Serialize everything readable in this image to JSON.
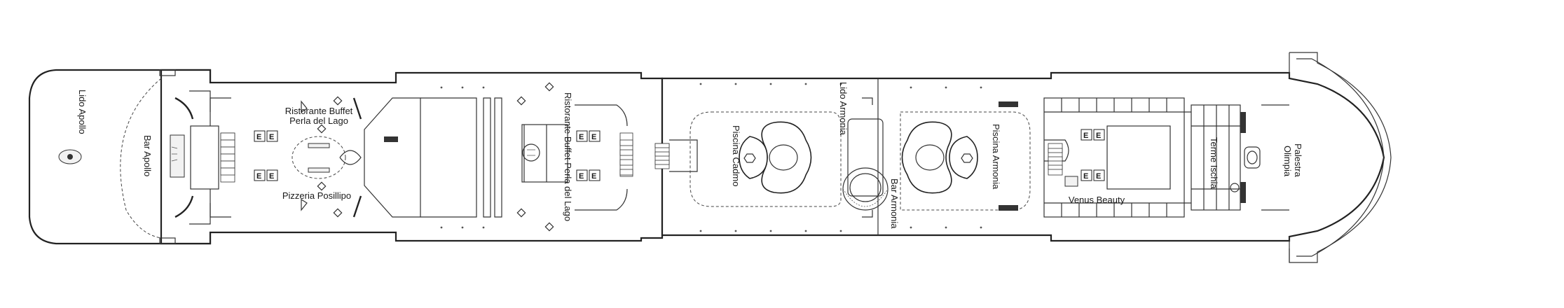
{
  "labels": {
    "lido_apollo": "Lido Apollo",
    "bar_apollo": "Bar Apollo",
    "ristorante_buffet_a_line1": "Ristorante Buffet",
    "ristorante_buffet_a_line2": "Perla del Lago",
    "pizzeria_posillipo": "Pizzeria Posillipo",
    "ristorante_buffet_b": "Ristorante Buffet Perla del Lago",
    "piscina_cadmo": "Piscina Cadmo",
    "lido_armonia": "Lido Armonia",
    "bar_armonia": "Bar Armonia",
    "piscina_armonia": "Piscina Armonia",
    "venus_beauty": "Venus Beauty",
    "terme_ischia": "Terme Ischia",
    "palestra_olimpia_line1": "Palestra",
    "palestra_olimpia_line2": "Olimpia"
  },
  "elevator_glyph": "E",
  "colors": {
    "line": "#222222",
    "background": "#ffffff"
  }
}
